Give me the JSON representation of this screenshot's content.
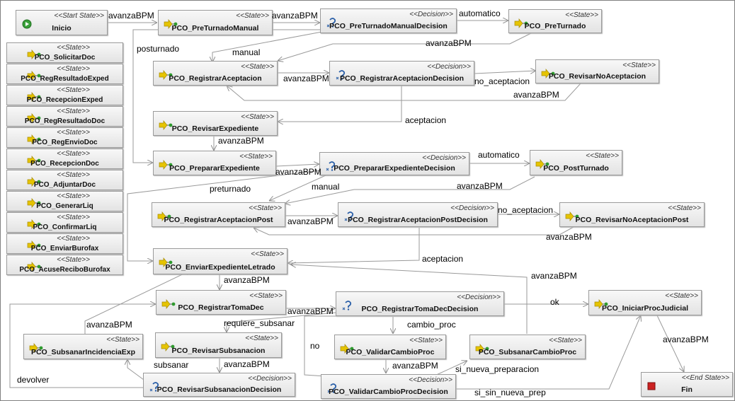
{
  "stereotypes": {
    "state": "<<State>>",
    "decision": "<<Decision>>",
    "start": "<<Start State>>",
    "end": "<<End State>>"
  },
  "nodes": {
    "inicio": "Inicio",
    "preturnado_manual": "PCO_PreTurnadoManual",
    "preturnado_manual_decision": "PCO_PreTurnadoManualDecision",
    "preturnado": "PCO_PreTurnado",
    "registrar_aceptacion": "PCO_RegistrarAceptacion",
    "registrar_aceptacion_decision": "PCO_RegistrarAceptacionDecision",
    "revisar_no_aceptacion": "PCO_RevisarNoAceptacion",
    "revisar_expediente": "PCO_RevisarExpediente",
    "preparar_expediente": "PCO_PrepararExpediente",
    "preparar_expediente_decision": "PCO_PrepararExpedienteDecision",
    "post_turnado": "PCO_PostTurnado",
    "registrar_aceptacion_post": "PCO_RegistrarAceptacionPost",
    "registrar_aceptacion_post_decision": "PCO_RegistrarAceptacionPostDecision",
    "revisar_no_aceptacion_post": "PCO_RevisarNoAceptacionPost",
    "enviar_expediente_letrado": "PCO_EnviarExpedienteLetrado",
    "registrar_toma_dec": "PCO_RegistrarTomaDec",
    "registrar_toma_dec_decision": "PCO_RegistrarTomaDecDecision",
    "iniciar_proc_judicial": "PCO_IniciarProcJudicial",
    "subsanar_incidencia_exp": "PCO_SubsanarIncidenciaExp",
    "revisar_subsanacion": "PCO_RevisarSubsanacion",
    "validar_cambio_proc": "PCO_ValidarCambioProc",
    "subsanar_cambio_proc": "PCO_SubsanarCambioProc",
    "revisar_subsanacion_decision": "PCO_RevisarSubsanacionDecision",
    "validar_cambio_proc_decision": "PCO_ValidarCambioProcDecision",
    "fin": "Fin"
  },
  "side_states": [
    "PCO_SolicitarDoc",
    "PCO_RegResultadoExped",
    "PCO_RecepcionExped",
    "PCO_RegResultadoDoc",
    "PCO_RegEnvioDoc",
    "PCO_RecepcionDoc",
    "PCO_AdjuntarDoc",
    "PCO_GenerarLiq",
    "PCO_ConfirmarLiq",
    "PCO_EnviarBurofax",
    "PCO_AcuseReciboBurofax"
  ],
  "edge_labels": {
    "avanza_1": "avanzaBPM",
    "avanza_2": "avanzaBPM",
    "automatico_1": "automatico",
    "posturnado": "posturnado",
    "manual_1": "manual",
    "avanza_3": "avanzaBPM",
    "avanza_4": "avanzaBPM",
    "no_aceptacion_1": "no_aceptacion",
    "avanza_5": "avanzaBPM",
    "aceptacion_1": "aceptacion",
    "avanza_6": "avanzaBPM",
    "avanza_7": "avanzaBPM",
    "automatico_2": "automatico",
    "preturnado": "preturnado",
    "manual_2": "manual",
    "avanza_8": "avanzaBPM",
    "no_aceptacion_2": "no_aceptacion",
    "avanza_9": "avanzaBPM",
    "avanza_10": "avanzaBPM",
    "aceptacion_2": "aceptacion",
    "avanza_11": "avanzaBPM",
    "avanza_12": "avanzaBPM",
    "ok": "ok",
    "avanza_13": "avanzaBPM",
    "avanza_14": "avanzaBPM",
    "requiere_subsanar": "requiere_subsanar",
    "cambio_proc": "cambio_proc",
    "no": "no",
    "avanza_15": "avanzaBPM",
    "avanza_16": "avanzaBPM",
    "subsanar": "subsanar",
    "devolver": "devolver",
    "avanza_17": "avanzaBPM",
    "si_nueva_preparacion": "si_nueva_preparacion",
    "si_sin_nueva_prep": "si_sin_nueva_prep"
  },
  "colors": {
    "state_arrow": "#e6c400",
    "state_dot": "#2e9a2e",
    "decision_icon": "#2a5fa8",
    "start_icon": "#3aa03a",
    "end_icon": "#cc2222",
    "edge": "#9a9a9a"
  }
}
